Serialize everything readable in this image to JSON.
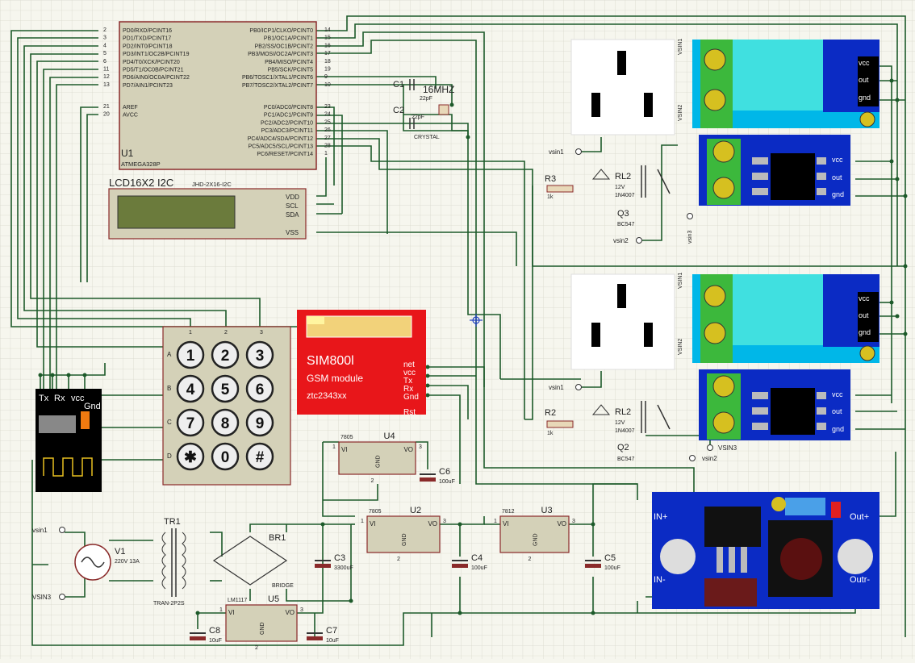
{
  "mcu": {
    "name": "U1",
    "part": "ATMEGA328P",
    "pins_left": [
      {
        "num": "2",
        "label": "PD0/RXD/PCINT16"
      },
      {
        "num": "3",
        "label": "PD1/TXD/PCINT17"
      },
      {
        "num": "4",
        "label": "PD2/INT0/PCINT18"
      },
      {
        "num": "5",
        "label": "PD3/INT1/OC2B/PCINT19"
      },
      {
        "num": "6",
        "label": "PD4/T0/XCK/PCINT20"
      },
      {
        "num": "11",
        "label": "PD5/T1/OC0B/PCINT21"
      },
      {
        "num": "12",
        "label": "PD6/AIN0/OC0A/PCINT22"
      },
      {
        "num": "13",
        "label": "PD7/AIN1/PCINT23"
      },
      {
        "num": "21",
        "label": "AREF"
      },
      {
        "num": "20",
        "label": "AVCC"
      }
    ],
    "pins_right": [
      {
        "num": "14",
        "label": "PB0/ICP1/CLKO/PCINT0"
      },
      {
        "num": "15",
        "label": "PB1/OC1A/PCINT1"
      },
      {
        "num": "16",
        "label": "PB2/SS/OC1B/PCINT2"
      },
      {
        "num": "17",
        "label": "PB3/MOSI/OC2A/PCINT3"
      },
      {
        "num": "18",
        "label": "PB4/MISO/PCINT4"
      },
      {
        "num": "19",
        "label": "PB5/SCK/PCINT5"
      },
      {
        "num": "9",
        "label": "PB6/TOSC1/XTAL1/PCINT6"
      },
      {
        "num": "10",
        "label": "PB7/TOSC2/XTAL2/PCINT7"
      },
      {
        "num": "23",
        "label": "PC0/ADC0/PCINT8"
      },
      {
        "num": "24",
        "label": "PC1/ADC1/PCINT9"
      },
      {
        "num": "25",
        "label": "PC2/ADC2/PCINT10"
      },
      {
        "num": "26",
        "label": "PC3/ADC3/PCINT11"
      },
      {
        "num": "27",
        "label": "PC4/ADC4/SDA/PCINT12"
      },
      {
        "num": "28",
        "label": "PC5/ADC5/SCL/PCINT13"
      },
      {
        "num": "1",
        "label": "PC6/RESET/PCINT14"
      }
    ]
  },
  "lcd": {
    "title": "LCD16X2 I2C",
    "part": "JHD-2X16-I2C",
    "pins": [
      "VDD",
      "SCL",
      "SDA",
      "VSS"
    ]
  },
  "crystal": {
    "c1": "C1",
    "c2": "C2",
    "c_val": "22pF",
    "freq": "16MHZ",
    "label": "CRYSTAL"
  },
  "keypad": {
    "cols": [
      "1",
      "2",
      "3"
    ],
    "rows": [
      "A",
      "B",
      "C",
      "D"
    ],
    "keys": [
      "1",
      "2",
      "3",
      "4",
      "5",
      "6",
      "7",
      "8",
      "9",
      "✱",
      "0",
      "#"
    ]
  },
  "gsm": {
    "title": "SIM800l",
    "subtitle": "GSM module",
    "model": "ztc2343xx",
    "pins": [
      "net",
      "vcc",
      "Tx",
      "Rx",
      "Gnd",
      "Rst"
    ]
  },
  "serial_module": {
    "labels": [
      "Tx",
      "Rx",
      "vcc",
      "Gnd"
    ]
  },
  "sockets": [
    {
      "pin_top": "VSIN1",
      "pin_bottom": "VSIN2"
    },
    {
      "pin_top": "VSIN1",
      "pin_bottom": "VSIN2"
    }
  ],
  "sensor_pins": [
    "vcc",
    "out",
    "gnd"
  ],
  "relays": [
    {
      "r": "R3",
      "r_val": "1k",
      "q": "Q3",
      "q_part": "BC547",
      "rl": "RL2",
      "rl_val": "12V",
      "diode": "1N4007",
      "in": "vsin1",
      "in2": "vsin2",
      "vsin3": "vsin3"
    },
    {
      "r": "R2",
      "r_val": "1k",
      "q": "Q2",
      "q_part": "BC547",
      "rl": "RL2",
      "rl_val": "12V",
      "diode": "1N4007",
      "in": "vsin1",
      "in2": "vsin2",
      "vsin3": "VSIN3"
    }
  ],
  "regulators": [
    {
      "name": "U4",
      "part": "7805",
      "vi": "VI",
      "vo": "VO",
      "gnd": "GND",
      "p1": "1",
      "p2": "2",
      "p3": "3"
    },
    {
      "name": "U2",
      "part": "7805",
      "vi": "VI",
      "vo": "VO",
      "gnd": "GND",
      "p1": "1",
      "p2": "2",
      "p3": "3"
    },
    {
      "name": "U3",
      "part": "7812",
      "vi": "VI",
      "vo": "VO",
      "gnd": "GND",
      "p1": "1",
      "p2": "2",
      "p3": "3"
    },
    {
      "name": "U5",
      "part": "LM1117",
      "vi": "VI",
      "vo": "VO",
      "gnd": "GND",
      "p1": "1",
      "p2": "2",
      "p3": "3"
    }
  ],
  "caps": [
    {
      "name": "C6",
      "val": "100uF"
    },
    {
      "name": "C4",
      "val": "100uF"
    },
    {
      "name": "C5",
      "val": "100uF"
    },
    {
      "name": "C3",
      "val": "3300uF"
    },
    {
      "name": "C8",
      "val": "10uF"
    },
    {
      "name": "C7",
      "val": "10uF"
    }
  ],
  "power": {
    "v1": "V1",
    "v1_val": "220V 13A",
    "tr": "TR1",
    "tr_part": "TRAN-2P2S",
    "br": "BR1",
    "br_part": "BRIDGE",
    "vsin1": "vsin1",
    "vsin3": "VSIN3"
  },
  "buck": {
    "in_plus": "IN+",
    "in_minus": "IN-",
    "out_plus": "Out+",
    "out_minus": "Outr-"
  }
}
